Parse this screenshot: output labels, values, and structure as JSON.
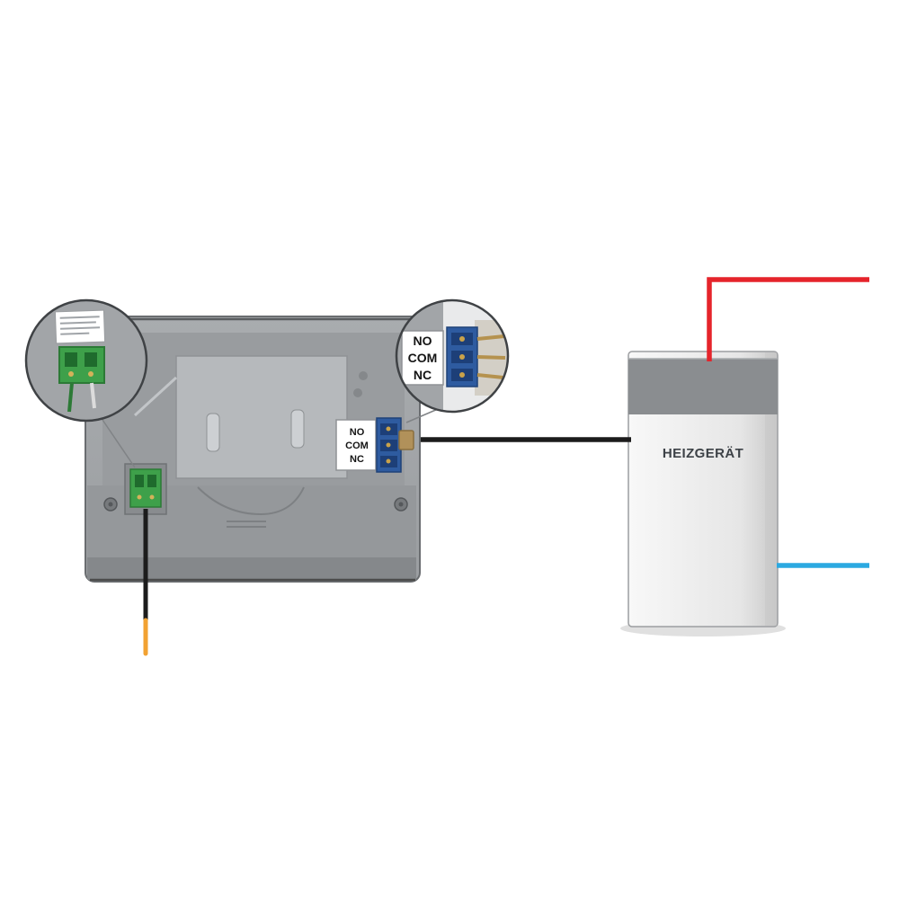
{
  "diagram": {
    "heater": {
      "label": "HEIZGERÄT"
    },
    "device_terminal": {
      "lines": [
        "NO",
        "COM",
        "NC"
      ]
    },
    "callout_terminal": {
      "lines": [
        "NO",
        "COM",
        "NC"
      ]
    },
    "wires": {
      "live_red": "#e5242b",
      "neutral_blue": "#2ba9e1",
      "switch_black": "#1c1c1c",
      "sensor_tip_orange": "#f2a232"
    },
    "colors": {
      "device_body": "#a4a7aa",
      "heater_top_band": "#8a8d90",
      "terminal_green": "#3ea04a",
      "terminal_blue": "#2e5ba0"
    }
  }
}
